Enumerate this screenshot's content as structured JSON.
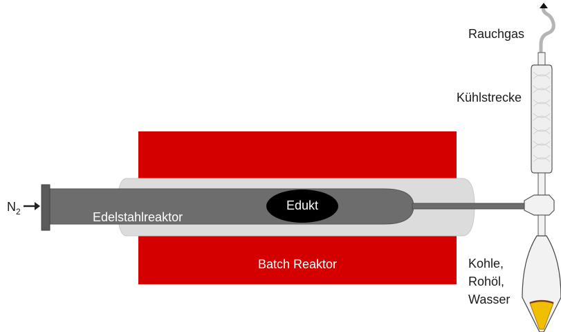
{
  "labels": {
    "n2": "N",
    "n2_subscript": "2",
    "reactor": "Edelstahlreaktor",
    "educt": "Edukt",
    "furnace": "Batch Reaktor",
    "flue_gas": "Rauchgas",
    "cooling": "Kühlstrecke",
    "products": [
      "Kohle,",
      "Rohöl,",
      "Wasser"
    ]
  },
  "colors": {
    "furnace": "#d40000",
    "insulation": "#dcdcdc",
    "reactor": "#6d6d6d",
    "educt": "#000000",
    "glass": "#f2f2f2",
    "liquid": "#f0c000"
  }
}
